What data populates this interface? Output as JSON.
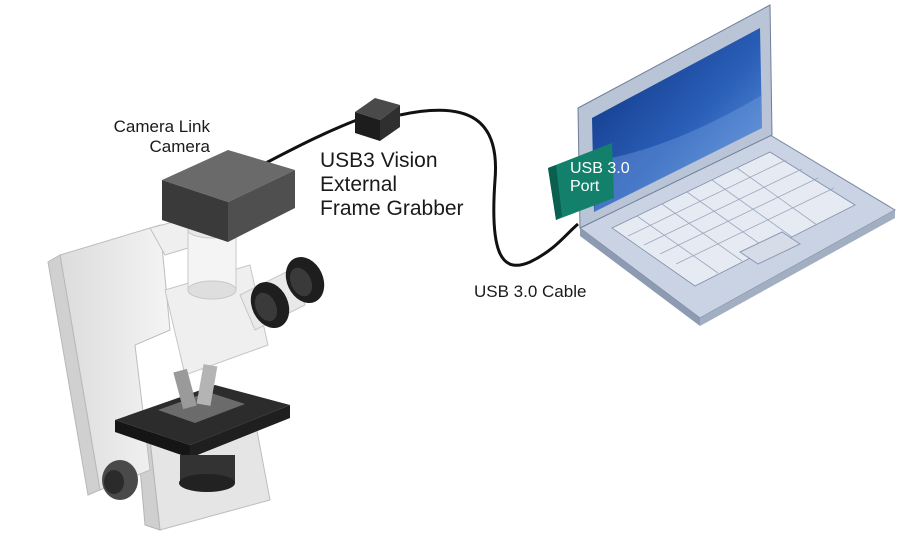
{
  "labels": {
    "camera": [
      "Camera Link",
      "Camera"
    ],
    "grabber": [
      "USB3 Vision",
      "External",
      "Frame Grabber"
    ],
    "cable": "USB 3.0 Cable",
    "port": [
      "USB 3.0",
      "Port"
    ]
  },
  "colors": {
    "port_badge": "#13806c",
    "screen_deep": "#0b2d7a",
    "screen_light": "#3f7bcf",
    "laptop_body": "#c9d3e3",
    "microscope_body": "#e8e8e8",
    "stage_dark": "#2c2c2c",
    "cable": "#111111"
  }
}
